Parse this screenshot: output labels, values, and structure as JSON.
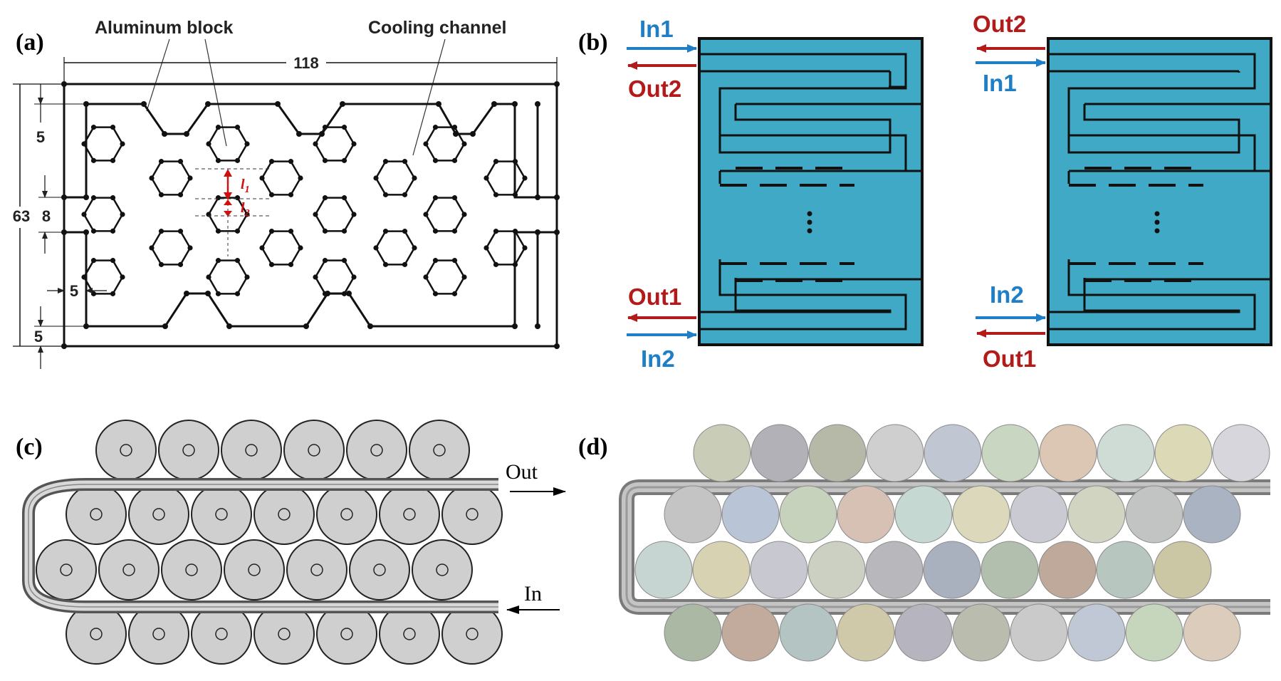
{
  "panels": {
    "a": {
      "label": "(a)",
      "callouts": {
        "aluminum_block": "Aluminum block",
        "cooling_channel": "Cooling channel"
      },
      "dims": {
        "width": "118",
        "height": "63",
        "d5_top": "5",
        "d8": "8",
        "d5_side": "5",
        "d5_bottom": "5",
        "l1": "l",
        "l1_sub": "1",
        "l2": "l",
        "l2_sub": "2"
      }
    },
    "b": {
      "label": "(b)",
      "left": {
        "in1": "In1",
        "out2": "Out2",
        "out1": "Out1",
        "in2": "In2"
      },
      "right": {
        "out2": "Out2",
        "in1": "In1",
        "in2": "In2",
        "out1": "Out1"
      },
      "colors": {
        "channel": "#3fa9c6",
        "inlet": "#1e7ec6",
        "outlet": "#b31b1b"
      }
    },
    "c": {
      "label": "(c)",
      "flow": {
        "out": "Out",
        "in": "In"
      },
      "row_counts": [
        6,
        7,
        7,
        7
      ]
    },
    "d": {
      "label": "(d)",
      "row_counts": [
        10,
        10,
        10,
        10
      ],
      "cell_colors": [
        [
          "#c9ccb6",
          "#b2b1b8",
          "#b6b8a8",
          "#cfcfcf",
          "#c0c6d2",
          "#c8d6c2",
          "#dcc6b4",
          "#cfdcd6",
          "#dcdab6",
          "#d6d6dc"
        ],
        [
          "#c4c4c4",
          "#b9c4d6",
          "#c6d2bc",
          "#d6c1b4",
          "#c6d8d2",
          "#dcd8bc",
          "#cacad2",
          "#d2d4c2",
          "#c2c4c4",
          "#a9b3c1"
        ],
        [
          "#c6d4d2",
          "#d6d2b2",
          "#c8c8d0",
          "#cbd0c2",
          "#b8b8bc",
          "#a9b0be",
          "#b2bfae",
          "#bfa99a",
          "#b8c6c0",
          "#cbc6a4"
        ],
        [
          "#aab8a4",
          "#c2aa9c",
          "#b4c4c2",
          "#cfc9a9",
          "#b6b4be",
          "#babcae",
          "#cacaca",
          "#c0c8d6",
          "#c6d6bc",
          "#dcccbc"
        ]
      ]
    }
  }
}
